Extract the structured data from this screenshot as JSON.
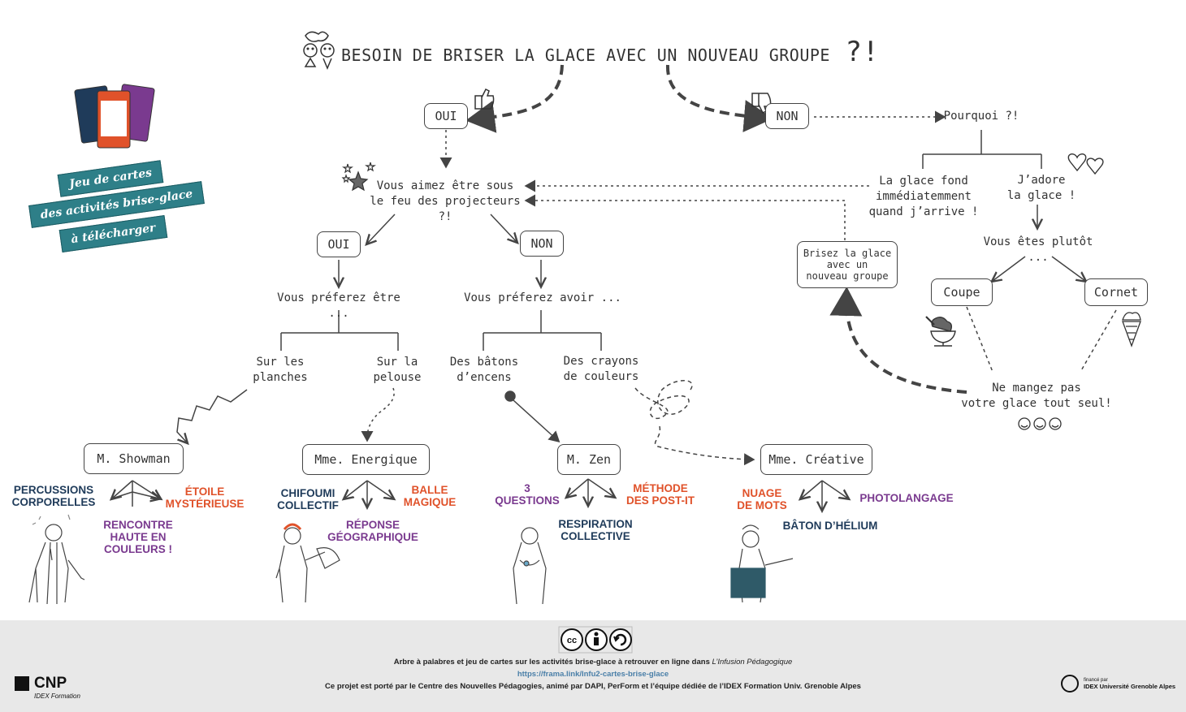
{
  "title": "BESOIN DE BRISER LA GLACE AVEC UN NOUVEAU GROUPE",
  "title_marks": "?!",
  "promo": {
    "line1": "Jeu de cartes",
    "line2": "des activités brise-glace",
    "line3": "à télécharger"
  },
  "nodes": {
    "oui_top": "OUI",
    "non_top": "NON",
    "pourquoi": "Pourquoi ?!",
    "projecteurs": "Vous aimez être sous\nle feu des projecteurs ?!",
    "glace_fond": "La glace fond\nimmédiatemment\nquand j’arrive !",
    "adore": "J’adore\nla glace !",
    "plutot": "Vous êtes plutôt ...",
    "brisez": "Brisez la glace\navec un\nnouveau groupe",
    "coupe": "Coupe",
    "cornet": "Cornet",
    "mangez": "Ne mangez pas\nvotre glace tout seul!",
    "oui_mid": "OUI",
    "non_mid": "NON",
    "preferez_etre": "Vous préferez être ...",
    "preferez_avoir": "Vous préferez avoir ...",
    "planches": "Sur les\nplanches",
    "pelouse": "Sur la\npelouse",
    "batons": "Des bâtons\nd’encens",
    "crayons": "Des crayons\nde couleurs",
    "showman": "M. Showman",
    "energique": "Mme. Energique",
    "zen": "M. Zen",
    "creative": "Mme. Créative"
  },
  "activities": {
    "showman": [
      "PERCUSSIONS\nCORPORELLES",
      "ÉTOILE\nMYSTÉRIEUSE",
      "RENCONTRE\nHAUTE EN\nCOULEURS !"
    ],
    "energique": [
      "CHIFOUMI\nCOLLECTIF",
      "BALLE\nMAGIQUE",
      "RÉPONSE\nGÉOGRAPHIQUE"
    ],
    "zen": [
      "3\nQUESTIONS",
      "MÉTHODE\nDES POST-IT",
      "RESPIRATION\nCOLLECTIVE"
    ],
    "creative": [
      "NUAGE\nDE MOTS",
      "PHOTOLANGAGE",
      "BÂTON D’HÉLIUM"
    ]
  },
  "colors": {
    "navy": "#1f3b5a",
    "orange": "#e0522a",
    "purple": "#7a3a8f",
    "teal": "#2e7f88",
    "footer_bg": "#e8e8e8"
  },
  "footer": {
    "cc_icons": [
      "cc-icon",
      "by-icon",
      "sa-icon"
    ],
    "line1_prefix": "Arbre à palabres et jeu de cartes sur les activités brise-glace à retrouver en ligne dans ",
    "line1_italic": "L’Infusion Pédagogique",
    "link": "https://frama.link/Infu2-cartes-brise-glace",
    "line3": "Ce projet est porté par le Centre des Nouvelles Pédagogies, animé par DAPI, PerForm et l’équipe dédiée de l’IDEX Formation Univ. Grenoble Alpes",
    "cnp_logo": "CNP",
    "cnp_sub": "IDEX Formation",
    "funded_small": "financé par",
    "funded": "IDEX Université Grenoble Alpes"
  }
}
